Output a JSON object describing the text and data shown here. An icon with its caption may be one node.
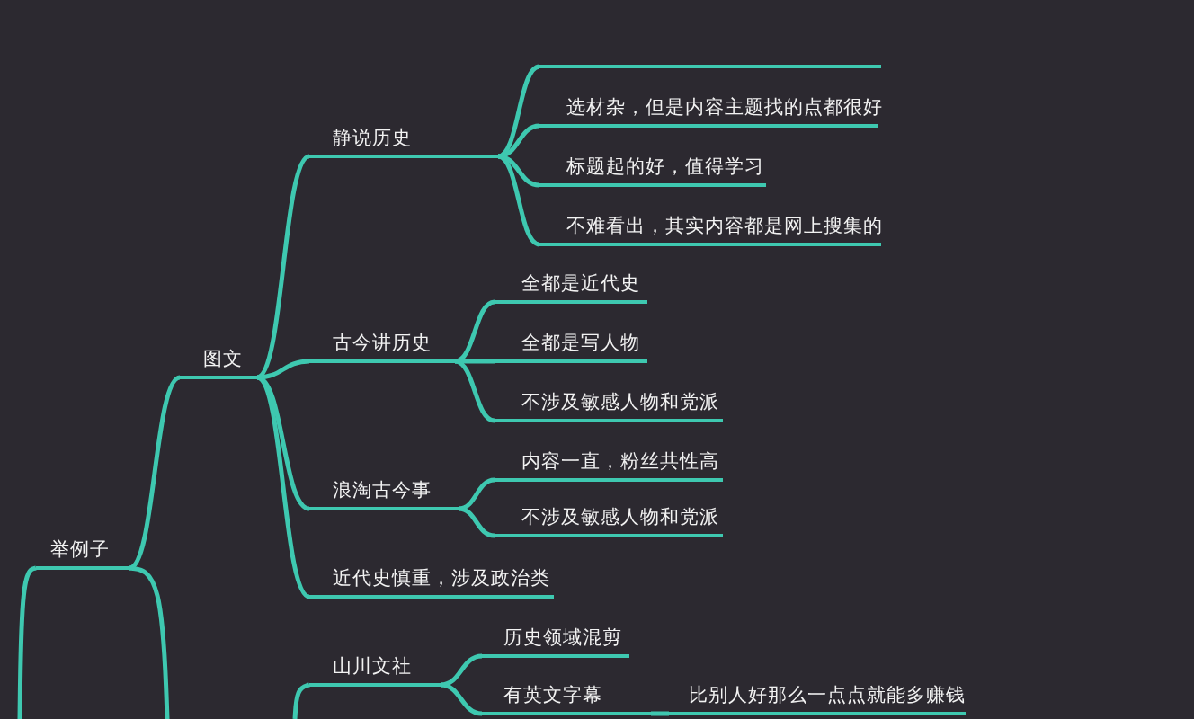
{
  "diagram": {
    "nodes": [
      {
        "text": [
          "举例子"
        ]
      },
      {
        "text": [
          "图文"
        ]
      },
      {
        "text": [
          "静说历史"
        ]
      },
      {
        "text": [],
        "shape": "line"
      },
      {
        "text": [
          "选材杂，但是内容主题找的点都很好"
        ]
      },
      {
        "text": [
          "标题起的好，值得学习"
        ]
      },
      {
        "text": [
          "不难看出，其实内容都是网上搜集的"
        ]
      },
      {
        "text": [
          "古今讲历史"
        ]
      },
      {
        "text": [
          "全都是近代史"
        ]
      },
      {
        "text": [
          "全都是写人物"
        ]
      },
      {
        "text": [
          "不涉及敏感人物和党派"
        ]
      },
      {
        "text": [
          "浪淘古今事"
        ]
      },
      {
        "text": [
          "内容一直，粉丝共性高"
        ]
      },
      {
        "text": [
          "不涉及敏感人物和党派"
        ]
      },
      {
        "text": [
          "近代史慎重，涉及政治类"
        ]
      },
      {
        "text": [
          "山川文社"
        ]
      },
      {
        "text": [
          "历史领域混剪"
        ]
      },
      {
        "text": [
          "有英文字幕"
        ]
      },
      {
        "text": [
          "比别人好那么一点点就能多赚钱"
        ]
      }
    ],
    "edges": [
      {
        "from": null,
        "to": 0,
        "arrow": "none"
      },
      {
        "from": 0,
        "to": 1,
        "arrow": "none"
      },
      {
        "from": 0,
        "to": null,
        "arrow": "none"
      },
      {
        "from": 1,
        "to": 2,
        "arrow": "none"
      },
      {
        "from": 1,
        "to": 7,
        "arrow": "none"
      },
      {
        "from": 1,
        "to": 11,
        "arrow": "none"
      },
      {
        "from": 1,
        "to": 14,
        "arrow": "none"
      },
      {
        "from": 2,
        "to": 3,
        "arrow": "none"
      },
      {
        "from": 2,
        "to": 4,
        "arrow": "none"
      },
      {
        "from": 2,
        "to": 5,
        "arrow": "none"
      },
      {
        "from": 2,
        "to": 6,
        "arrow": "none"
      },
      {
        "from": 7,
        "to": 8,
        "arrow": "none"
      },
      {
        "from": 7,
        "to": 9,
        "arrow": "none"
      },
      {
        "from": 7,
        "to": 10,
        "arrow": "none"
      },
      {
        "from": 11,
        "to": 12,
        "arrow": "none"
      },
      {
        "from": 11,
        "to": 13,
        "arrow": "none"
      },
      {
        "from": null,
        "to": 15,
        "arrow": "none"
      },
      {
        "from": 15,
        "to": 16,
        "arrow": "none"
      },
      {
        "from": 15,
        "to": 17,
        "arrow": "none"
      },
      {
        "from": 17,
        "to": 18,
        "arrow": "none"
      }
    ]
  }
}
